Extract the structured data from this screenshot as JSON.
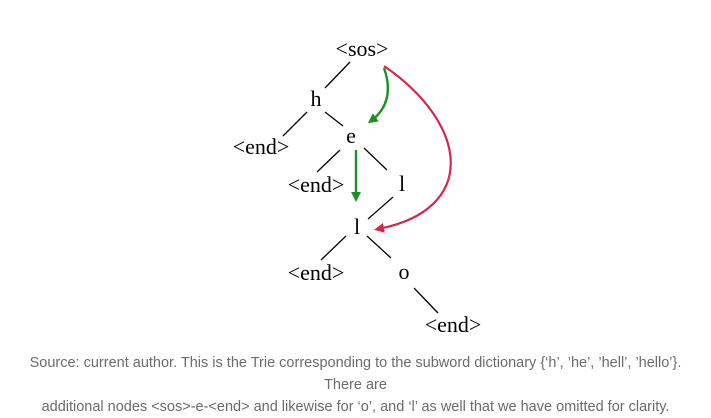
{
  "nodes": {
    "root": "<sos>",
    "h": "h",
    "h_end": "<end>",
    "e": "e",
    "e_end": "<end>",
    "l_right": "l",
    "l": "l",
    "l_end": "<end>",
    "o": "o",
    "o_end": "<end>"
  },
  "colors": {
    "text": "#000000",
    "green_arrow": "#1f8f2a",
    "red_arrow": "#d6264d",
    "caption": "#6b6b6b"
  },
  "caption": {
    "line1": "Source: current author. This is the Trie corresponding to the subword dictionary {‘h’, ’he’, ’hell’, ’hello’}. There are",
    "line2": "additional nodes <sos>-e-<end> and likewise for ‘o’, and ‘l’ as well that we have omitted for clarity."
  }
}
